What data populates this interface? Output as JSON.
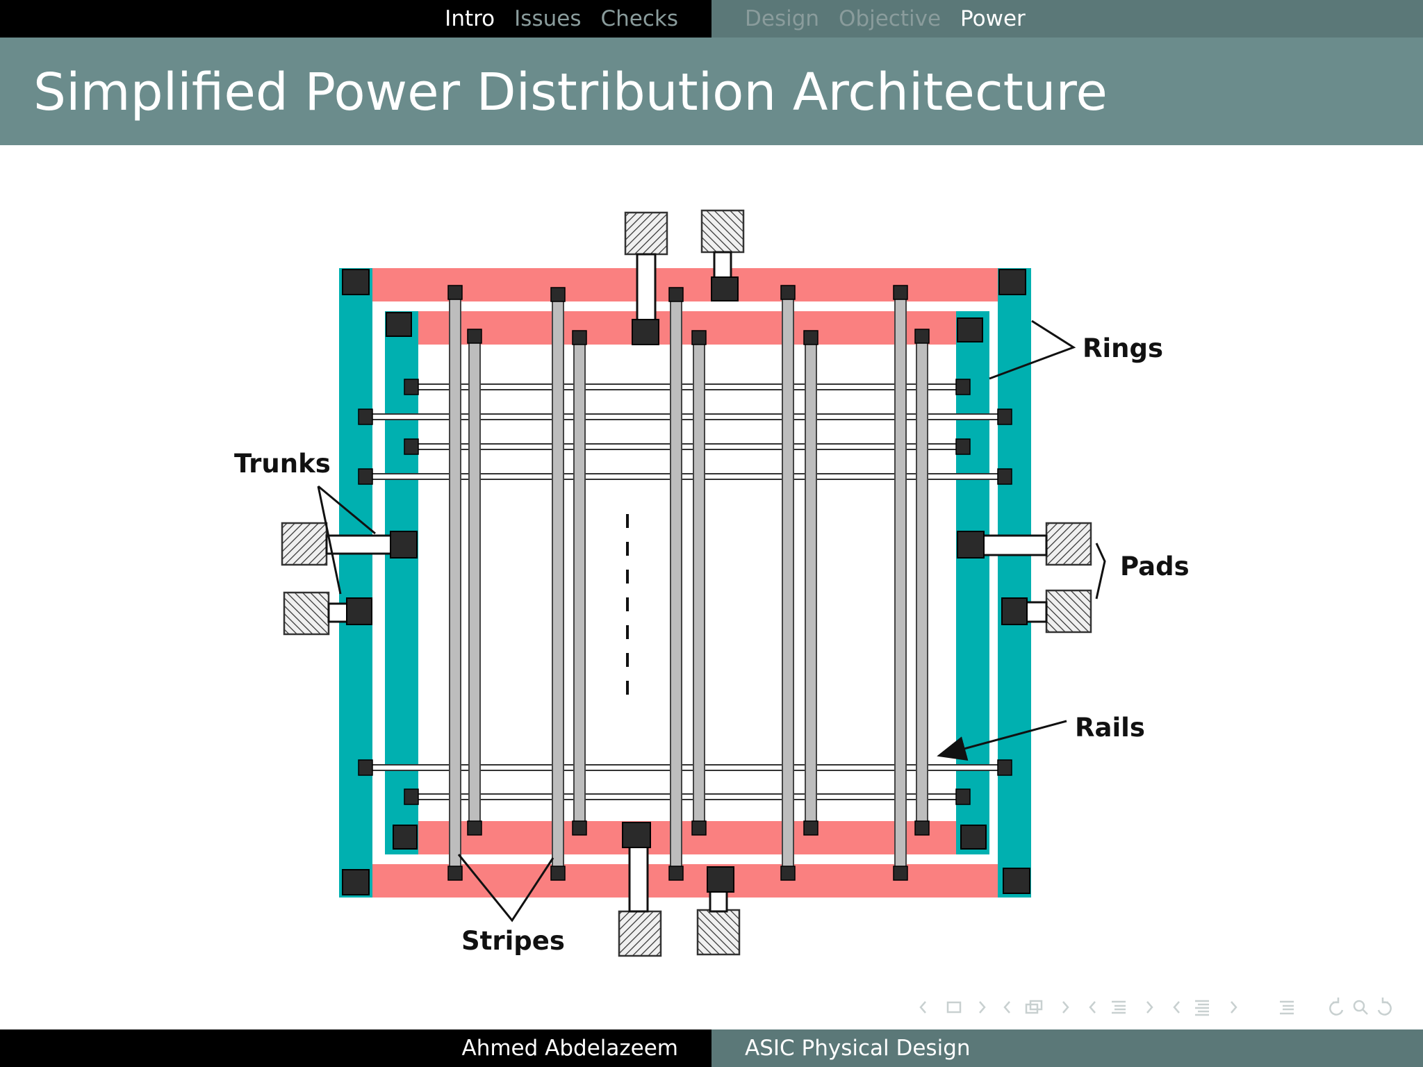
{
  "nav": {
    "left_items": [
      {
        "label": "Intro",
        "active": true
      },
      {
        "label": "Issues",
        "active": false
      },
      {
        "label": "Checks",
        "active": false
      }
    ],
    "right_items": [
      {
        "label": "Design",
        "active": false
      },
      {
        "label": "Objective",
        "active": false
      },
      {
        "label": "Power",
        "active": true
      }
    ]
  },
  "slide": {
    "title": "Simplified Power Distribution Architecture"
  },
  "diagram": {
    "labels": {
      "rings": "Rings",
      "trunks": "Trunks",
      "pads": "Pads",
      "rails": "Rails",
      "stripes": "Stripes"
    },
    "colors": {
      "ring_horizontal": "#fa8080",
      "ring_vertical": "#00b0b0",
      "stripe": "#bdbdbd",
      "connector": "#2a2a2a",
      "pad": "#e8e8e8"
    }
  },
  "footer": {
    "author": "Ahmed Abdelazeem",
    "course": "ASIC Physical Design"
  },
  "navigation_icons": [
    "frame-prev-icon",
    "frame-icon",
    "frame-next-icon",
    "subsection-prev-icon",
    "subsection-icon",
    "subsection-next-icon",
    "section-prev-icon",
    "section-icon",
    "section-next-icon",
    "presentation-prev-icon",
    "presentation-icon",
    "presentation-next-icon",
    "toc-icon",
    "back-icon",
    "search-icon",
    "forward-icon"
  ]
}
